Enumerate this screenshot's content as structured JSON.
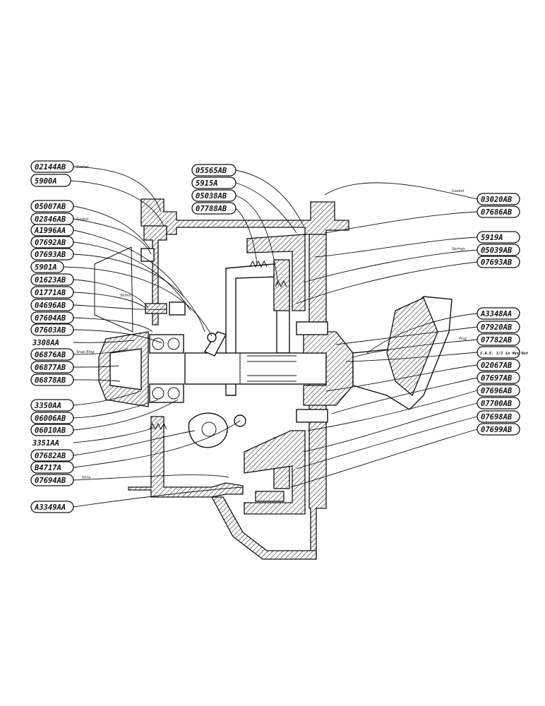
{
  "labels_left": [
    {
      "part": "02144AB",
      "note": "Gasket"
    },
    {
      "part": "5900A",
      "note": ""
    },
    {
      "part": "05007AB",
      "note": ""
    },
    {
      "part": "02846AB",
      "note": "Gasket"
    },
    {
      "part": "A1996AA",
      "note": ""
    },
    {
      "part": "07692AB",
      "note": ""
    },
    {
      "part": "07693AB",
      "note": ""
    },
    {
      "part": "5901A",
      "note": ""
    },
    {
      "part": "01623AB",
      "note": ""
    },
    {
      "part": "01771AB",
      "note": "Shims"
    },
    {
      "part": "04696AB",
      "note": ""
    },
    {
      "part": "07604AB",
      "note": ""
    },
    {
      "part": "07603AB",
      "note": ""
    },
    {
      "part": "3308AA",
      "note": ""
    },
    {
      "part": "06876AB",
      "note": "Snap Ring"
    },
    {
      "part": "06877AB",
      "note": ""
    },
    {
      "part": "06878AB",
      "note": ""
    },
    {
      "part": "3350AA",
      "note": ""
    },
    {
      "part": "06006AB",
      "note": ""
    },
    {
      "part": "06010AB",
      "note": ""
    },
    {
      "part": "3351AA",
      "note": ""
    },
    {
      "part": "07682AB",
      "note": ""
    },
    {
      "part": "B4717A",
      "note": ""
    },
    {
      "part": "07694AB",
      "note": "Shim"
    },
    {
      "part": "A3349AA",
      "note": ""
    }
  ],
  "labels_center": [
    {
      "part": "05565AB",
      "note": ""
    },
    {
      "part": "5915A",
      "note": ""
    },
    {
      "part": "05038AB",
      "note": ""
    },
    {
      "part": "07788AB",
      "note": ""
    }
  ],
  "labels_right": [
    {
      "part": "03020AB",
      "note": "Gasket"
    },
    {
      "part": "07686AB",
      "note": ""
    },
    {
      "part": "5919A",
      "note": ""
    },
    {
      "part": "05039AB",
      "note": "Springs"
    },
    {
      "part": "07693AB",
      "note": ""
    },
    {
      "part": "A3348AA",
      "note": ""
    },
    {
      "part": "07920AB",
      "note": ""
    },
    {
      "part": "07782AB",
      "note": "Plug"
    },
    {
      "part": "S.A.E. 1/2 in Hex Nut",
      "note": ""
    },
    {
      "part": "02067AB",
      "note": ""
    },
    {
      "part": "07697AB",
      "note": ""
    },
    {
      "part": "07696AB",
      "note": ""
    },
    {
      "part": "07700AB",
      "note": ""
    },
    {
      "part": "07698AB",
      "note": ""
    },
    {
      "part": "07699AB",
      "note": ""
    }
  ]
}
